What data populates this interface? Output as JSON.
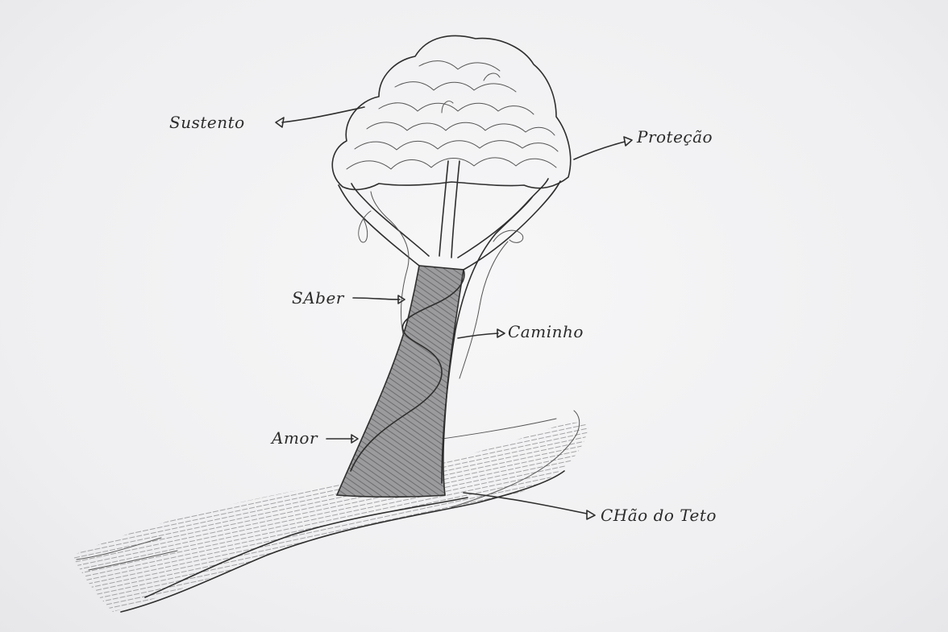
{
  "labels": {
    "sustento": "Sustento",
    "protecao": "Proteção",
    "saber": "SAber",
    "caminho": "Caminho",
    "amor": "Amor",
    "chao_do_teto": "CHão do Teto"
  },
  "colors": {
    "paper": "#f2f2f3",
    "ink": "#2e2e2e",
    "shade": "#8a8a8a"
  }
}
